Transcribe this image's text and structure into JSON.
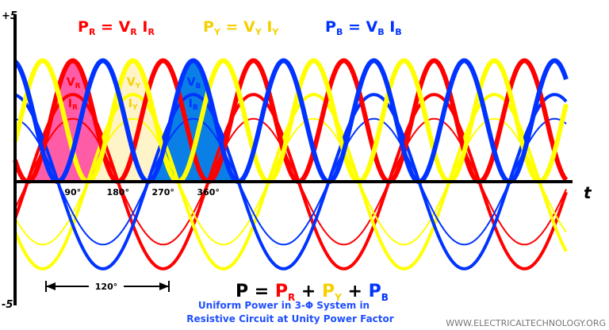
{
  "axis": {
    "y_top_label": "+5",
    "y_bottom_label": "-5",
    "t_label": "t",
    "degree_ticks": [
      {
        "deg": 90,
        "label": "90°"
      },
      {
        "deg": 180,
        "label": "180°"
      },
      {
        "deg": 270,
        "label": "270°"
      },
      {
        "deg": 360,
        "label": "360°"
      }
    ]
  },
  "phases": [
    {
      "key": "R",
      "color": "#ff0000",
      "label_v": "V",
      "label_i": "I",
      "sub": "R",
      "power_lhs": "P",
      "power_sub": "R",
      "phase_shift_deg": 0
    },
    {
      "key": "Y",
      "color": "#ffff00",
      "label_v": "V",
      "label_i": "I",
      "sub": "Y",
      "power_lhs": "P",
      "power_sub": "Y",
      "phase_shift_deg": 120
    },
    {
      "key": "B",
      "color": "#0033ff",
      "label_v": "V",
      "label_i": "I",
      "sub": "B",
      "power_lhs": "P",
      "power_sub": "B",
      "phase_shift_deg": 240
    }
  ],
  "fills": {
    "R": "#ff5ca8",
    "Y": "#fff3c8",
    "B": "#0a7fe6"
  },
  "separation_label": "120°",
  "total_power": {
    "lhs": "P",
    "eq": "=",
    "terms": [
      "R",
      "Y",
      "B"
    ],
    "plus": "+"
  },
  "caption": {
    "line1": "Uniform Power in 3-Φ System in",
    "line2": "Resistive Circuit at Unity Power Factor",
    "color": "#1f4fff"
  },
  "watermark": "WWW.ELECTRICALTECHNOLOGY.ORG"
}
